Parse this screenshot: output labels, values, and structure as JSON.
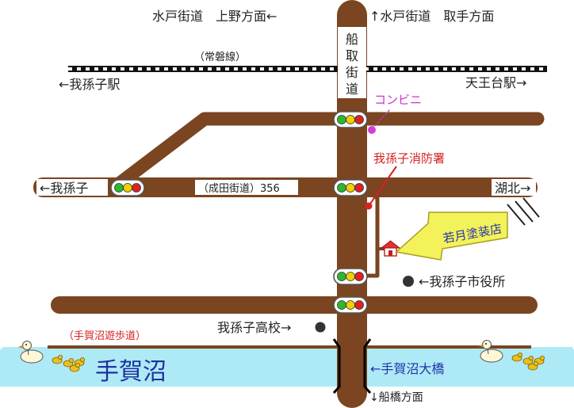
{
  "colors": {
    "road": "#7a4520",
    "rail": "#111111",
    "water": "#aeeaf5",
    "arrow_fill": "#f4f25a",
    "signal_red": "#dd2222",
    "signal_yellow": "#f0d000",
    "signal_green": "#2db92d",
    "label_red": "#d62020",
    "label_pink": "#cc33cc",
    "label_blue": "#2233aa"
  },
  "labels": {
    "top_left": "水戸街道　上野方面←",
    "top_right": "↑水戸街道　取手方面",
    "railway": "（常磐線）",
    "abiko_station": "←我孫子駅",
    "tennodai_station": "天王台駅→",
    "funatori_chars": [
      "船",
      "取",
      "街",
      "道"
    ],
    "convenience_store": "コンビニ",
    "fire_station": "我孫子消防署",
    "abiko_west": "←我孫子",
    "narita_road": "（成田街道）356",
    "kohoku": "湖北→",
    "shop": "若月塗装店",
    "city_hall": "←我孫子市役所",
    "high_school": "我孫子高校→",
    "promenade": "（手賀沼遊歩道）",
    "lake": "手賀沼",
    "bridge": "←手賀沼大橋",
    "funabashi": "↓船橋方面"
  },
  "icons": [
    "traffic-signal-icon",
    "house-icon",
    "duck-icon",
    "duckling-icon",
    "point-marker-icon"
  ]
}
